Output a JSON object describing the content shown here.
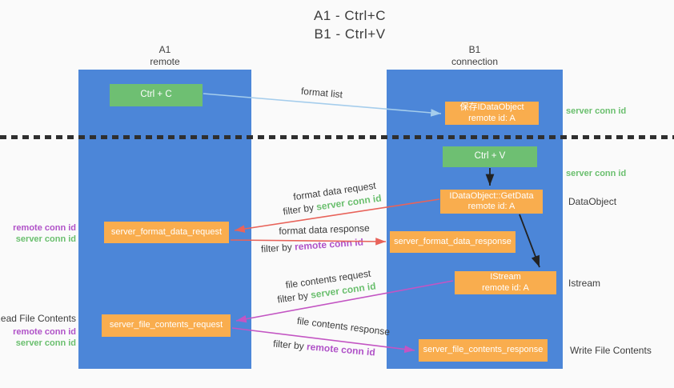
{
  "title": {
    "line1": "A1 - Ctrl+C",
    "line2": "B1 - Ctrl+V"
  },
  "columns": {
    "left": {
      "id": "A1",
      "name": "remote"
    },
    "right": {
      "id": "B1",
      "name": "connection"
    }
  },
  "nodes": {
    "ctrl_c": "Ctrl + C",
    "ctrl_v": "Ctrl + V",
    "save_dataobject": {
      "line1": "保存IDataObject",
      "line2": "remote id: A"
    },
    "getdata": {
      "line1": "IDataObject::GetData",
      "line2": "remote id: A"
    },
    "istream": {
      "line1": "IStream",
      "line2": "remote id: A"
    },
    "format_request": "server_format_data_request",
    "format_response": "server_format_data_response",
    "file_request": "server_file_contents_request",
    "file_response": "server_file_contents_response"
  },
  "flow_labels": {
    "format_list": "format list",
    "format_data_request": "format data request",
    "format_data_response": "format data response",
    "file_contents_request": "file contents request",
    "file_contents_response": "file contents response",
    "filter_by": "filter by ",
    "server_conn_id": "server conn id",
    "remote_conn_id": "remote conn id"
  },
  "side_labels": {
    "server_conn_id_top": "server conn id",
    "server_conn_id_mid": "server conn id",
    "dataobject": "DataObject",
    "istream": "Istream",
    "write_file_contents": "Write File Contents",
    "read_file_contents": "Read File Contents",
    "remote_conn_id_format": "remote conn id",
    "server_conn_id_format": "server conn id",
    "remote_conn_id_file": "remote conn id",
    "server_conn_id_file": "server conn id"
  },
  "colors": {
    "background": "#fafafa",
    "column_blue": "#4c86d8",
    "box_green": "#6ebf72",
    "box_orange": "#f9ad4e",
    "text_green": "#6abf6e",
    "text_purple": "#b052c8",
    "arrow_red": "#e8635a",
    "arrow_magenta": "#c355c3",
    "arrow_lightblue": "#a5cdec",
    "arrow_black": "#222222",
    "ink": "#3c3c3c"
  }
}
